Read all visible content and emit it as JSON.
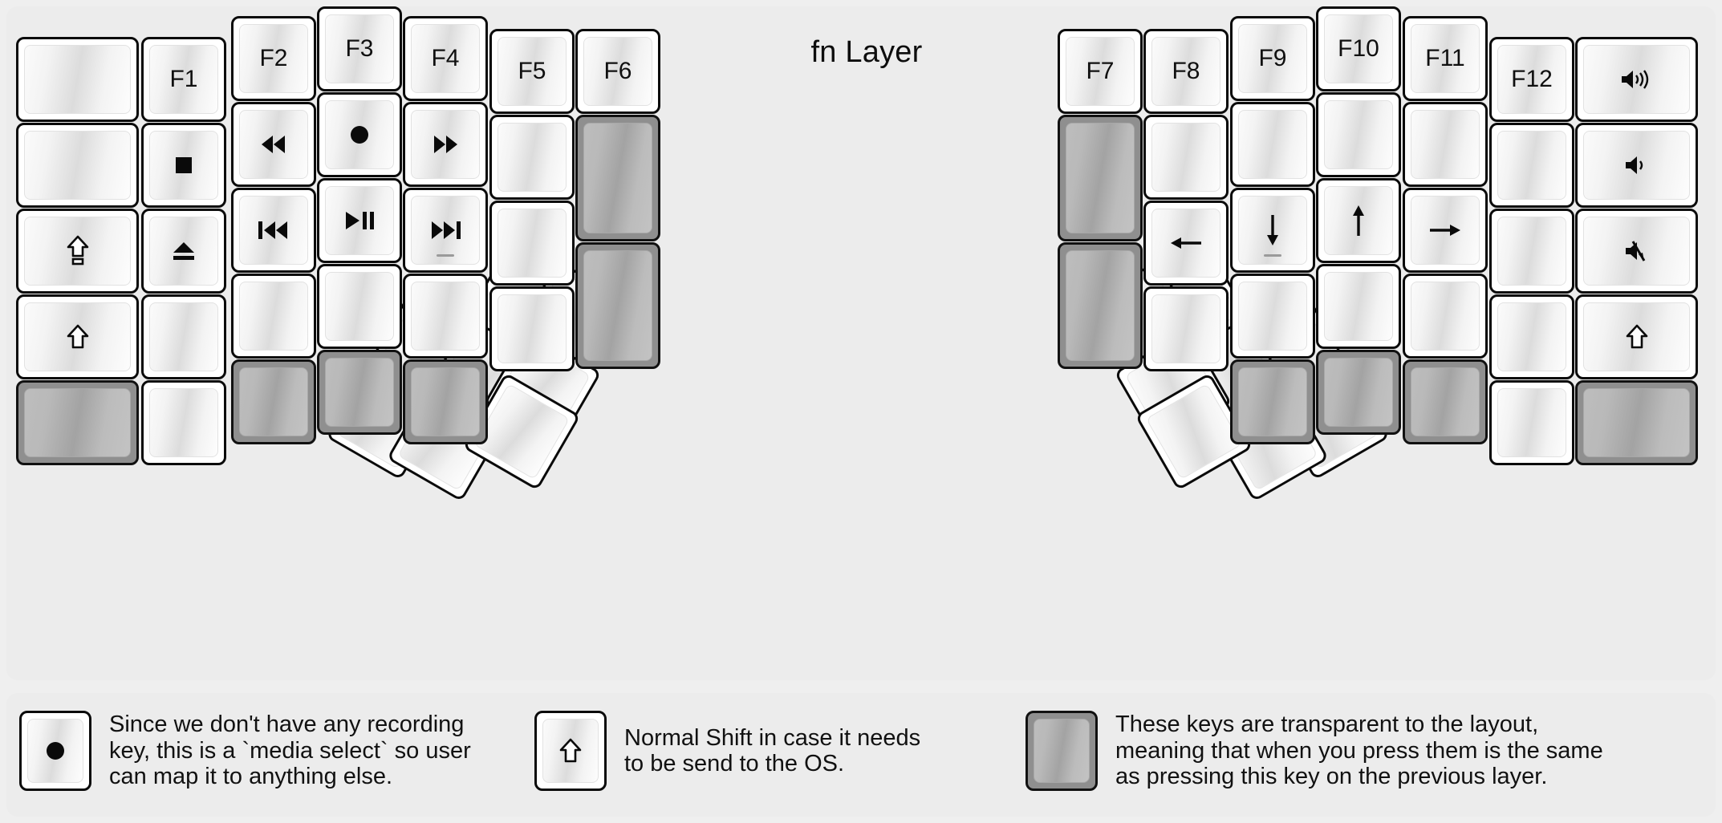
{
  "title": "fn Layer",
  "colors": {
    "background": "#efefef",
    "panel": "#ececec",
    "key_face": "#ffffff",
    "key_outline": "#0a0a0a",
    "transparent_key": "#8f8f8f",
    "text": "#101010"
  },
  "left_half": {
    "columns": [
      {
        "name": "col-outer-left",
        "keys": [
          {
            "label": "",
            "icon": "blank",
            "style": "normal"
          },
          {
            "label": "",
            "icon": "blank",
            "style": "normal"
          },
          {
            "label": "",
            "icon": "caps-lock-arrow",
            "style": "normal"
          },
          {
            "label": "",
            "icon": "shift-arrow",
            "style": "normal"
          },
          {
            "label": "",
            "icon": "blank",
            "style": "transparent"
          }
        ]
      },
      {
        "name": "col-f1",
        "keys": [
          {
            "label": "F1",
            "icon": "",
            "style": "normal"
          },
          {
            "label": "",
            "icon": "media-stop",
            "style": "normal"
          },
          {
            "label": "",
            "icon": "media-eject",
            "style": "normal"
          },
          {
            "label": "",
            "icon": "blank",
            "style": "normal"
          },
          {
            "label": "",
            "icon": "blank",
            "style": "normal"
          }
        ]
      },
      {
        "name": "col-f2",
        "keys": [
          {
            "label": "F2",
            "icon": "",
            "style": "normal"
          },
          {
            "label": "",
            "icon": "media-rewind",
            "style": "normal"
          },
          {
            "label": "",
            "icon": "media-prev-track",
            "style": "normal"
          },
          {
            "label": "",
            "icon": "blank",
            "style": "normal"
          },
          {
            "label": "",
            "icon": "blank",
            "style": "transparent"
          }
        ]
      },
      {
        "name": "col-f3",
        "keys": [
          {
            "label": "F3",
            "icon": "",
            "style": "normal"
          },
          {
            "label": "",
            "icon": "media-record",
            "style": "normal"
          },
          {
            "label": "",
            "icon": "media-play-pause",
            "style": "normal"
          },
          {
            "label": "",
            "icon": "blank",
            "style": "normal"
          },
          {
            "label": "",
            "icon": "blank",
            "style": "transparent"
          }
        ]
      },
      {
        "name": "col-f4",
        "keys": [
          {
            "label": "F4",
            "icon": "",
            "style": "normal"
          },
          {
            "label": "",
            "icon": "media-fast-forward",
            "style": "normal"
          },
          {
            "label": "",
            "icon": "media-next-track",
            "style": "normal"
          },
          {
            "label": "",
            "icon": "blank",
            "style": "normal"
          },
          {
            "label": "",
            "icon": "blank",
            "style": "transparent"
          }
        ]
      },
      {
        "name": "col-f5",
        "keys": [
          {
            "label": "F5",
            "icon": "",
            "style": "normal"
          },
          {
            "label": "",
            "icon": "blank",
            "style": "normal"
          },
          {
            "label": "",
            "icon": "blank",
            "style": "normal"
          },
          {
            "label": "",
            "icon": "blank",
            "style": "normal"
          }
        ]
      },
      {
        "name": "col-f6",
        "keys": [
          {
            "label": "F6",
            "icon": "",
            "style": "normal"
          },
          {
            "label": "",
            "icon": "blank",
            "style": "transparent"
          },
          {
            "label": "",
            "icon": "blank",
            "style": "transparent"
          }
        ]
      }
    ],
    "thumb_cluster": [
      {
        "name": "thumb-2u-outer",
        "icon": "blank",
        "style": "normal"
      },
      {
        "name": "thumb-2u-inner",
        "icon": "blank",
        "style": "normal"
      },
      {
        "name": "thumb-1u-top-left",
        "icon": "blank",
        "style": "normal"
      },
      {
        "name": "thumb-1u-top-right",
        "icon": "blank",
        "style": "normal"
      },
      {
        "name": "thumb-1u-mid",
        "icon": "blank",
        "style": "normal"
      },
      {
        "name": "thumb-1u-bottom",
        "icon": "blank",
        "style": "normal"
      }
    ]
  },
  "right_half": {
    "columns": [
      {
        "name": "col-f7",
        "keys": [
          {
            "label": "F7",
            "icon": "",
            "style": "normal"
          },
          {
            "label": "",
            "icon": "blank",
            "style": "transparent"
          },
          {
            "label": "",
            "icon": "blank",
            "style": "transparent"
          }
        ]
      },
      {
        "name": "col-f8",
        "keys": [
          {
            "label": "F8",
            "icon": "",
            "style": "normal"
          },
          {
            "label": "",
            "icon": "blank",
            "style": "normal"
          },
          {
            "label": "",
            "icon": "arrow-left",
            "style": "normal"
          },
          {
            "label": "",
            "icon": "blank",
            "style": "normal"
          }
        ]
      },
      {
        "name": "col-f9",
        "keys": [
          {
            "label": "F9",
            "icon": "",
            "style": "normal"
          },
          {
            "label": "",
            "icon": "blank",
            "style": "normal"
          },
          {
            "label": "",
            "icon": "arrow-down",
            "style": "normal"
          },
          {
            "label": "",
            "icon": "blank",
            "style": "normal"
          },
          {
            "label": "",
            "icon": "blank",
            "style": "transparent"
          }
        ]
      },
      {
        "name": "col-f10",
        "keys": [
          {
            "label": "F10",
            "icon": "",
            "style": "normal"
          },
          {
            "label": "",
            "icon": "blank",
            "style": "normal"
          },
          {
            "label": "",
            "icon": "arrow-up",
            "style": "normal"
          },
          {
            "label": "",
            "icon": "blank",
            "style": "normal"
          },
          {
            "label": "",
            "icon": "blank",
            "style": "transparent"
          }
        ]
      },
      {
        "name": "col-f11",
        "keys": [
          {
            "label": "F11",
            "icon": "",
            "style": "normal"
          },
          {
            "label": "",
            "icon": "blank",
            "style": "normal"
          },
          {
            "label": "",
            "icon": "arrow-right",
            "style": "normal"
          },
          {
            "label": "",
            "icon": "blank",
            "style": "normal"
          },
          {
            "label": "",
            "icon": "blank",
            "style": "transparent"
          }
        ]
      },
      {
        "name": "col-f12",
        "keys": [
          {
            "label": "F12",
            "icon": "",
            "style": "normal"
          },
          {
            "label": "",
            "icon": "blank",
            "style": "normal"
          },
          {
            "label": "",
            "icon": "blank",
            "style": "normal"
          },
          {
            "label": "",
            "icon": "blank",
            "style": "normal"
          },
          {
            "label": "",
            "icon": "blank",
            "style": "normal"
          }
        ]
      },
      {
        "name": "col-outer-right",
        "keys": [
          {
            "label": "",
            "icon": "volume-up",
            "style": "normal"
          },
          {
            "label": "",
            "icon": "volume-down",
            "style": "normal"
          },
          {
            "label": "",
            "icon": "volume-mute",
            "style": "normal"
          },
          {
            "label": "",
            "icon": "shift-arrow",
            "style": "normal"
          },
          {
            "label": "",
            "icon": "blank",
            "style": "transparent"
          }
        ]
      }
    ],
    "thumb_cluster": [
      {
        "name": "thumb-2u-outer",
        "icon": "blank",
        "style": "normal"
      },
      {
        "name": "thumb-2u-inner",
        "icon": "blank",
        "style": "normal"
      },
      {
        "name": "thumb-1u-top-left",
        "icon": "blank",
        "style": "normal"
      },
      {
        "name": "thumb-1u-top-right",
        "icon": "blank",
        "style": "normal"
      },
      {
        "name": "thumb-1u-mid",
        "icon": "blank",
        "style": "normal"
      },
      {
        "name": "thumb-1u-bottom",
        "icon": "blank",
        "style": "normal"
      }
    ]
  },
  "legend": [
    {
      "icon": "media-record",
      "style": "normal",
      "text": "Since we don't have any recording\nkey, this is a `media select` so user\ncan map it to anything else."
    },
    {
      "icon": "shift-arrow",
      "style": "normal",
      "text": "Normal Shift in case it needs\nto be send to the OS."
    },
    {
      "icon": "blank",
      "style": "transparent",
      "text": "These keys are transparent to the layout,\nmeaning that when you press them is the same\nas pressing this key on the previous layer."
    }
  ]
}
